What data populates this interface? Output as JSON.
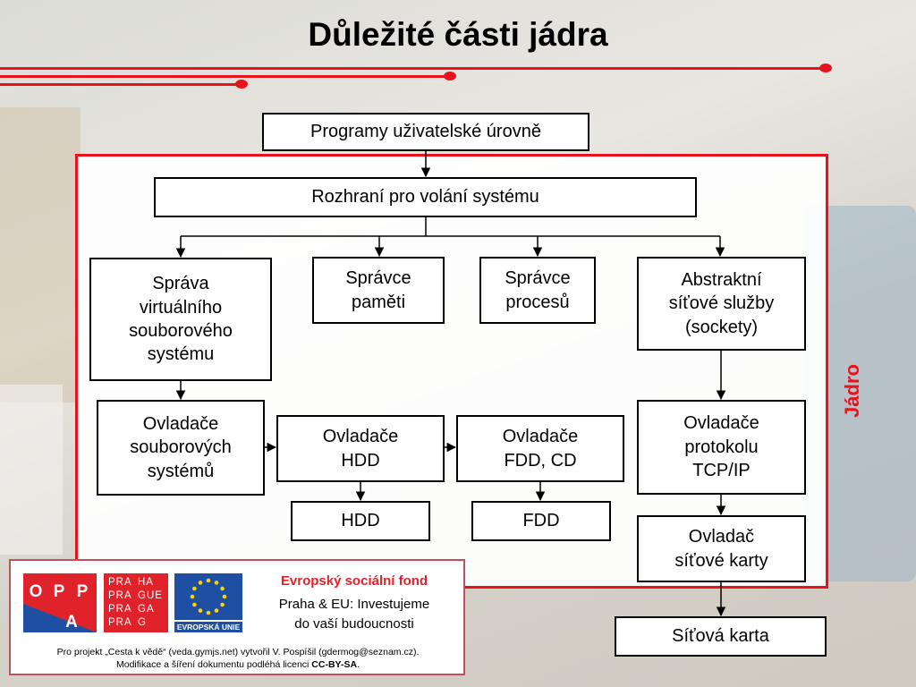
{
  "title": "Důležité části jádra",
  "kernel_label": "Jádro",
  "nodes": {
    "user_programs": "Programy uživatelské úrovně",
    "syscall_interface": "Rozhraní pro volání systému",
    "vfs": "Správa\nvirtuálního\nsouborového\nsystému",
    "memory_manager": "Správce\npaměti",
    "process_manager": "Správce\nprocesů",
    "sockets": "Abstraktní\nsíťové služby\n(sockety)",
    "fs_drivers": "Ovladače\nsouborových\nsystémů",
    "hdd_drivers": "Ovladače\nHDD",
    "fdd_cd_drivers": "Ovladače\nFDD, CD",
    "tcpip_drivers": "Ovladače\nprotokolu\nTCP/IP",
    "hdd": "HDD",
    "fdd": "FDD",
    "nic_driver": "Ovladač\nsíťové karty",
    "nic": "Síťová karta"
  },
  "footer": {
    "oppa_letters": [
      "O",
      "P",
      "P",
      "A"
    ],
    "praha_rows": [
      [
        "PRA",
        "HA"
      ],
      [
        "PRA",
        "GUE"
      ],
      [
        "PRA",
        "GA"
      ],
      [
        "PRA",
        "G"
      ]
    ],
    "eu_label": "EVROPSKÁ UNIE",
    "esf_title": "Evropský sociální fond",
    "esf_line1": "Praha & EU: Investujeme",
    "esf_line2": "do vaší budoucnosti",
    "credit_line1": "Pro projekt „Cesta k vědě“ (veda.gymjs.net) vytvořil V. Pospíšil (gdermog@seznam.cz).",
    "credit_line2_prefix": "Modifikace a šíření dokumentu podléhá licenci ",
    "credit_license": "CC-BY-SA",
    "credit_suffix": "."
  },
  "colors": {
    "accent_red": "#e8121b",
    "eu_blue": "#1f4fa2",
    "eu_star": "#ffd200",
    "footer_border": "#c2505a"
  }
}
